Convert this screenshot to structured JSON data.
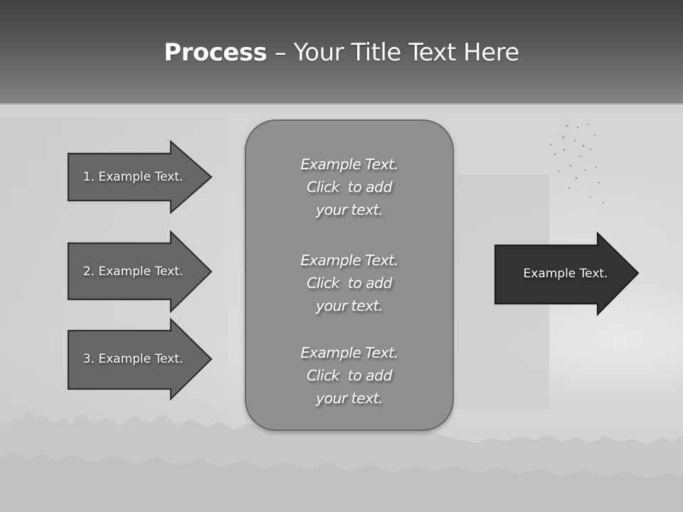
{
  "slide": {
    "title": {
      "bold": "Process",
      "dash": " – ",
      "rest": "Your Title Text Here"
    },
    "input_arrows": [
      {
        "label": "1. Example Text."
      },
      {
        "label": "2. Example Text."
      },
      {
        "label": "3. Example Text."
      }
    ],
    "center_box": {
      "blocks": [
        {
          "lines": [
            "Example Text.",
            "Click  to add",
            "your text."
          ]
        },
        {
          "lines": [
            "Example Text.",
            "Click  to add",
            "your text."
          ]
        },
        {
          "lines": [
            "Example Text.",
            "Click  to add",
            "your text."
          ]
        }
      ]
    },
    "output_arrow": {
      "label": "Example Text."
    },
    "colors": {
      "header_top": "#404040",
      "header_bottom": "#848484",
      "input_arrow_fill": "#666666",
      "arrow_stroke": "#2e2e2e",
      "center_box_fill": "#8f8f8f",
      "center_box_border": "#6a6a6a",
      "output_arrow_fill": "#333333",
      "text": "#ffffff"
    }
  }
}
